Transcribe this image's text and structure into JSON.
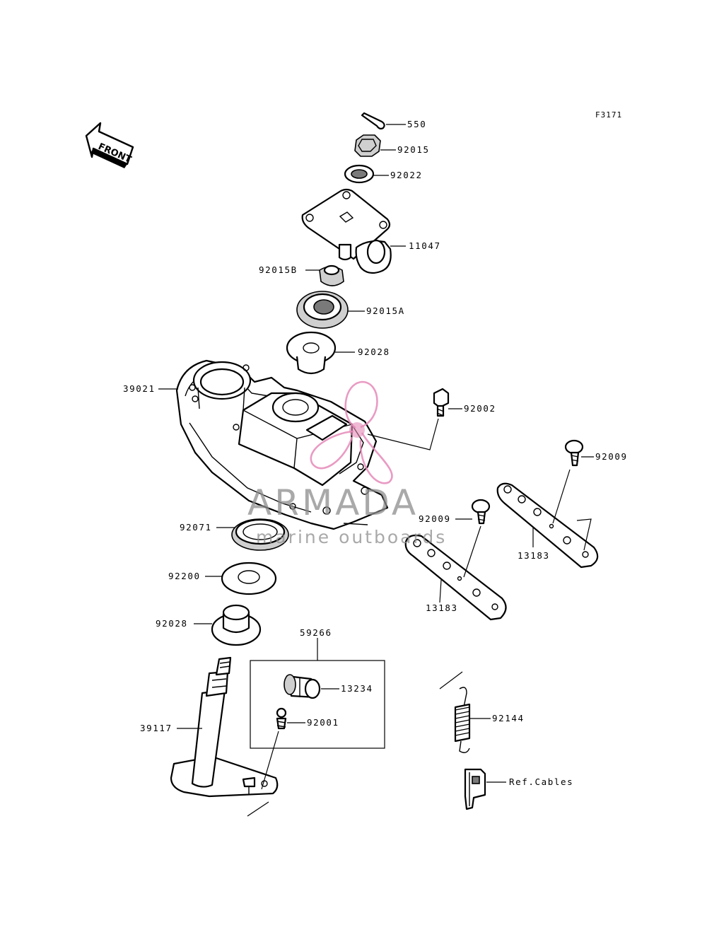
{
  "figure_number": "F3171",
  "front_label": "FRONT",
  "watermark": {
    "title": "ARMADA",
    "subtitle": "marine outboards",
    "logo_color": "#e58ab8",
    "text_color": "#8c8c8c"
  },
  "parts": {
    "p550": "550",
    "p92015": "92015",
    "p92022": "92022",
    "p11047": "11047",
    "p92015B": "92015B",
    "p92015A": "92015A",
    "p92028_top": "92028",
    "p39021": "39021",
    "p92002": "92002",
    "p92009_right": "92009",
    "p92009_left": "92009",
    "p13183_right": "13183",
    "p13183_left": "13183",
    "p92071": "92071",
    "p92200": "92200",
    "p92028_bottom": "92028",
    "p59266": "59266",
    "p13234": "13234",
    "p92001": "92001",
    "p39117": "39117",
    "p92144": "92144",
    "ref_cables": "Ref.Cables"
  }
}
